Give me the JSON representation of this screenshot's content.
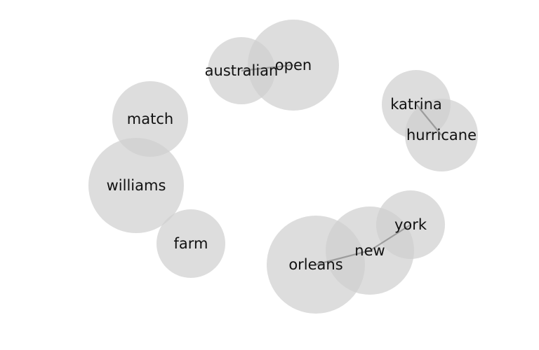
{
  "diagram": {
    "type": "word-bubble-network",
    "colors": {
      "bubble": "#cfcfcf",
      "edge": "#8a8a8a",
      "text": "#111111",
      "background": "#ffffff"
    },
    "nodes": [
      {
        "id": "australian",
        "label": "australian"
      },
      {
        "id": "open",
        "label": "open"
      },
      {
        "id": "katrina",
        "label": "katrina"
      },
      {
        "id": "hurricane",
        "label": "hurricane"
      },
      {
        "id": "match",
        "label": "match"
      },
      {
        "id": "williams",
        "label": "williams"
      },
      {
        "id": "farm",
        "label": "farm"
      },
      {
        "id": "york",
        "label": "york"
      },
      {
        "id": "new",
        "label": "new"
      },
      {
        "id": "orleans",
        "label": "orleans"
      }
    ],
    "edges": [
      {
        "source": "australian",
        "target": "open"
      },
      {
        "source": "katrina",
        "target": "hurricane"
      },
      {
        "source": "new",
        "target": "york"
      },
      {
        "source": "new",
        "target": "orleans"
      }
    ]
  }
}
